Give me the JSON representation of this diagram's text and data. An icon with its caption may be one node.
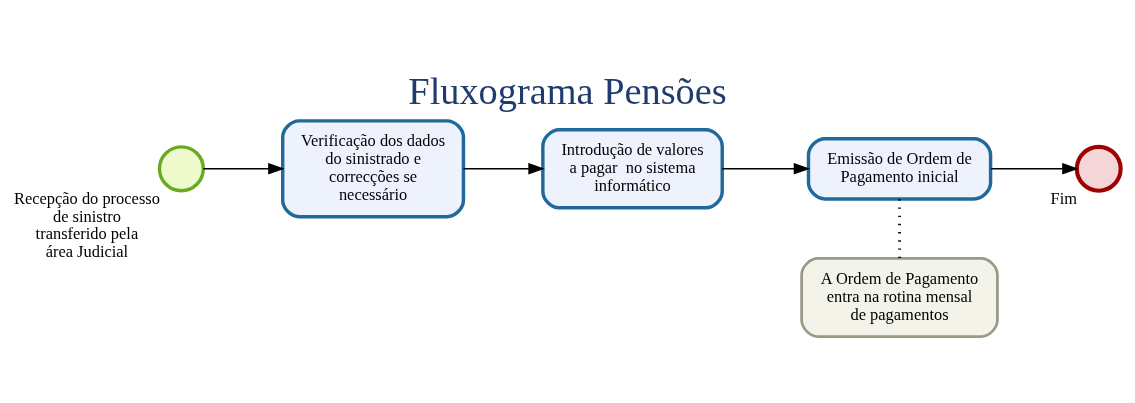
{
  "diagram": {
    "title": "Fluxograma Pensões",
    "nodes": [
      {
        "text": [],
        "shape": "circle",
        "beside": [
          "Recepção do processo de sinistro transferido pela área Judicial"
        ]
      },
      {
        "text": [
          "Verificação dos dados do sinistrado e correcções se necessário"
        ]
      },
      {
        "text": [
          "Introdução de valores a pagar  no sistema informático"
        ]
      },
      {
        "text": [
          "Emissão de Ordem de Pagamento inicial"
        ]
      },
      {
        "text": [],
        "shape": "circle",
        "beside": [
          "Fim"
        ]
      },
      {
        "text": [
          "A Ordem de Pagamento entra na rotina mensal de pagamentos"
        ]
      }
    ],
    "edges": [
      {
        "from": 0,
        "to": 1,
        "arrow": "to"
      },
      {
        "from": 1,
        "to": 2,
        "arrow": "to"
      },
      {
        "from": 2,
        "to": 3,
        "arrow": "to"
      },
      {
        "from": 3,
        "to": 4,
        "arrow": "to"
      },
      {
        "from": 3,
        "to": 5,
        "arrow": "none",
        "style": "dashed"
      }
    ]
  }
}
